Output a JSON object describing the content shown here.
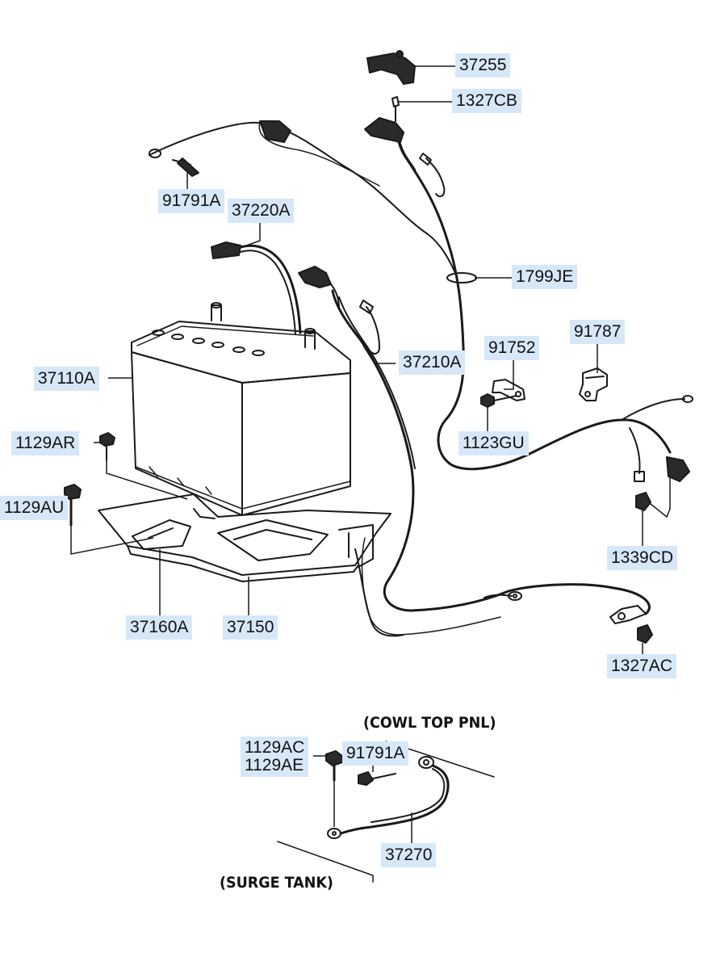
{
  "diagram": {
    "parts": {
      "p37255": "37255",
      "p1327CB": "1327CB",
      "p91791A_top": "91791A",
      "p37220A": "37220A",
      "p1799JE": "1799JE",
      "p91752": "91752",
      "p91787": "91787",
      "p37110A": "37110A",
      "p37210A": "37210A",
      "p1129AR": "1129AR",
      "p1123GU": "1123GU",
      "p1129AU": "1129AU",
      "p1339CD": "1339CD",
      "p37160A": "37160A",
      "p37150": "37150",
      "p1327AC": "1327AC",
      "p1129AC": "1129AC",
      "p1129AE": "1129AE",
      "p91791A_bottom": "91791A",
      "p37270": "37270"
    },
    "notes": {
      "cowl": "(COWL TOP PNL)",
      "surge": "(SURGE TANK)"
    }
  }
}
